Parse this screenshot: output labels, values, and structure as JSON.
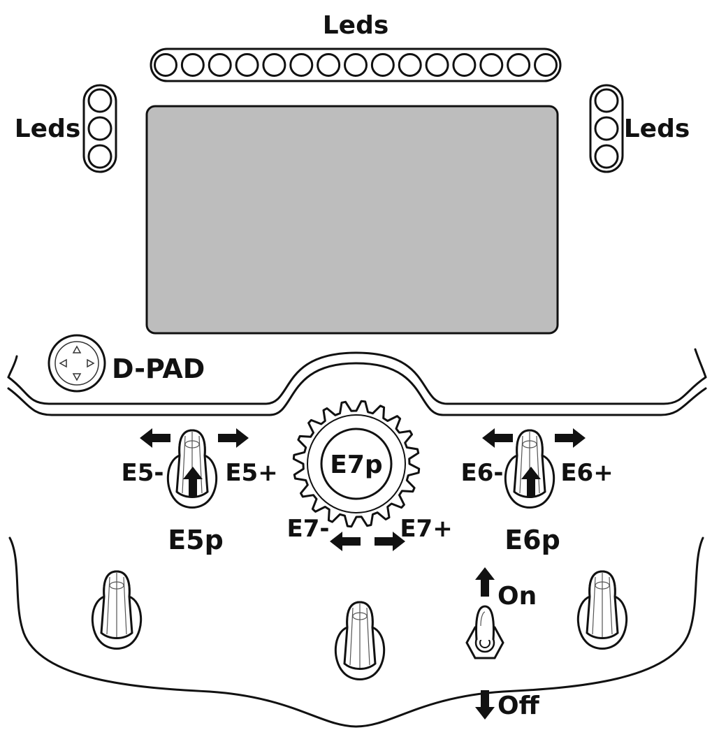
{
  "labels": {
    "leds_top": "Leds",
    "leds_left": "Leds",
    "leds_right": "Leds",
    "dpad": "D-PAD",
    "e5_minus": "E5-",
    "e5_plus": "E5+",
    "e5_push": "E5p",
    "e6_minus": "E6-",
    "e6_plus": "E6+",
    "e6_push": "E6p",
    "e7_push": "E7p",
    "e7_minus": "E7-",
    "e7_plus": "E7+",
    "switch_on": "On",
    "switch_off": "Off"
  },
  "leds": {
    "top_count": 15,
    "side_count": 3
  },
  "icons": {
    "dpad": "dpad-icon",
    "encoder_knob": "knob-icon",
    "rotary_wheel": "gear-wheel-icon",
    "toggle_switch": "toggle-switch-icon",
    "arrow": "arrow-icon"
  },
  "colors": {
    "line": "#111111",
    "screen": "#bdbdbd",
    "background": "#ffffff"
  }
}
